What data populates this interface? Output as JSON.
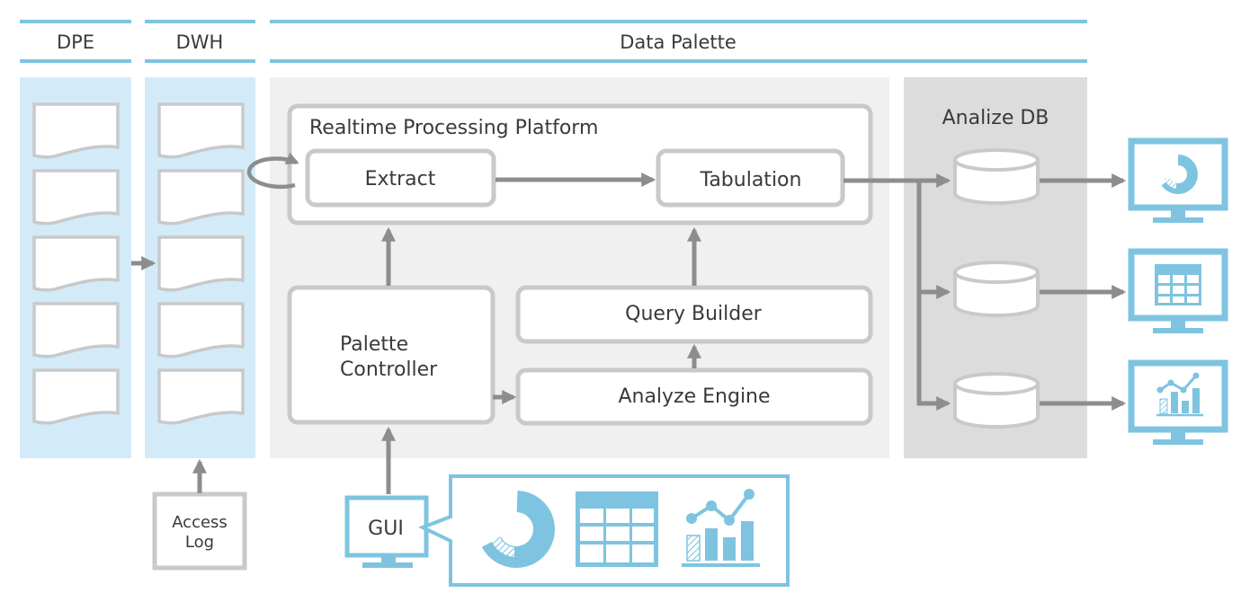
{
  "headers": {
    "dpe": "DPE",
    "dwh": "DWH",
    "data_palette": "Data Palette"
  },
  "realtime": {
    "title": "Realtime Processing Platform",
    "extract": "Extract",
    "tabulation": "Tabulation"
  },
  "query_builder": "Query Builder",
  "analyze_engine": "Analyze Engine",
  "palette_controller": {
    "line1": "Palette",
    "line2": "Controller"
  },
  "analize_db": "Analize DB",
  "access_log": {
    "line1": "Access",
    "line2": "Log"
  },
  "gui": "GUI",
  "colors": {
    "accent": "#7ec4e0",
    "column_fill": "#d3ebf9",
    "panel": "#f0f0f0",
    "db_panel": "#dcdcdc",
    "box_border": "#c9c9c9",
    "arrow": "#8d8d8d",
    "text": "#3a3a3a"
  },
  "icons": {
    "document": "document-icon",
    "database": "database-icon",
    "monitor": "monitor-icon",
    "donut_chart": "donut-chart-icon",
    "table": "table-icon",
    "bar_line_chart": "bar-line-chart-icon"
  }
}
